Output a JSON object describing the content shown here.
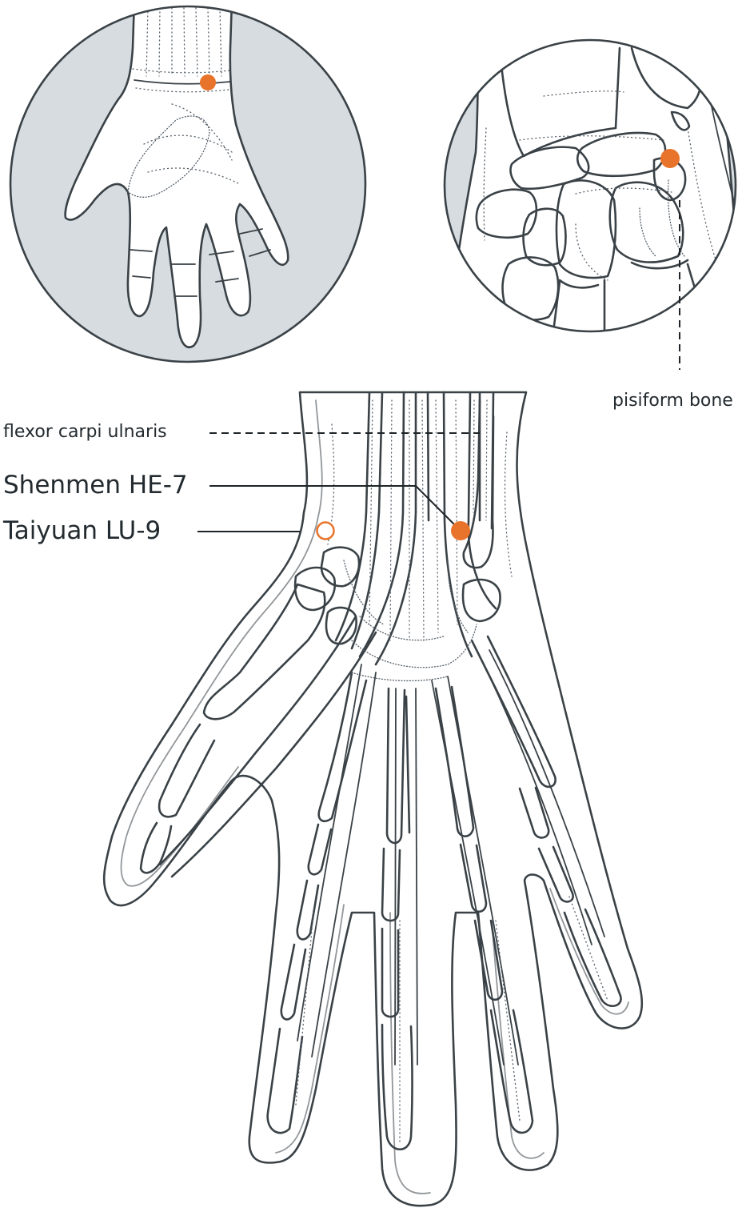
{
  "colors": {
    "point_fill": "#e8732a",
    "inset_background": "#d6dce0",
    "line_color": "#3a4247",
    "label_color": "#232b30"
  },
  "labels": {
    "pisiform": "pisiform bone",
    "flexor": "flexor carpi ulnaris",
    "shenmen": "Shenmen HE-7",
    "taiyuan": "Taiyuan LU-9"
  },
  "icons": {
    "shenmen_point": "filled-circle",
    "taiyuan_point": "hollow-circle",
    "inset_palm_point": "filled-circle",
    "inset_wrist_point": "filled-circle"
  }
}
